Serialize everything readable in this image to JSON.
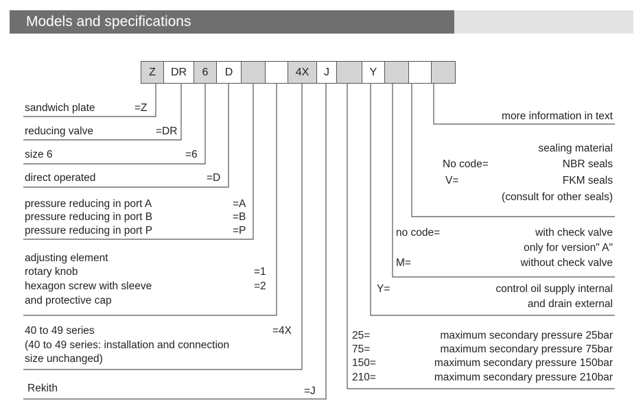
{
  "header": {
    "title": "Models and specifications"
  },
  "code_cells": [
    "Z",
    "DR",
    "6",
    "D",
    "",
    "",
    "4X",
    "J",
    "",
    "Y",
    "",
    "",
    ""
  ],
  "left_items": {
    "sandwich": {
      "label": "sandwich plate",
      "code": "=Z"
    },
    "reducing": {
      "label": "reducing valve",
      "code": "=DR"
    },
    "size": {
      "label": "size 6",
      "code": "=6"
    },
    "direct": {
      "label": "direct operated",
      "code": "=D"
    },
    "pressure_a": {
      "label": "pressure reducing in port A",
      "code": "=A"
    },
    "pressure_b": {
      "label": "pressure reducing in port B",
      "code": "=B"
    },
    "pressure_p": {
      "label": "pressure reducing in port P",
      "code": "=P"
    },
    "adjust_title": "adjusting element",
    "rotary": {
      "label": "rotary knob",
      "code": "=1"
    },
    "hexagon": {
      "label": "hexagon screw with sleeve",
      "code": "=2"
    },
    "protective": "and protective cap",
    "series": {
      "label": "40 to 49 series",
      "code": "=4X"
    },
    "series_note1": "(40 to 49 series: installation and connection",
    "series_note2": "size unchanged)",
    "rekith": {
      "label": "Rekith",
      "code": "=J"
    }
  },
  "right_items": {
    "more_info": "more information in text",
    "sealing_title": "sealing material",
    "nocode_label": "No code=",
    "nocode_value": "NBR seals",
    "v_label": "V=",
    "v_value": "FKM seals",
    "consult": "(consult for other seals)",
    "check_nocode_label": "no code=",
    "check_nocode_value": "with check valve",
    "check_only": "only for version\" A\"",
    "m_label": "M=",
    "m_value": "without check valve",
    "y_label": "Y=",
    "y_value1": "control oil supply internal",
    "y_value2": "and drain external",
    "pressures": [
      {
        "code": "25=",
        "desc": "maximum secondary pressure 25bar"
      },
      {
        "code": "75=",
        "desc": "maximum secondary pressure 75bar"
      },
      {
        "code": "150=",
        "desc": "maximum secondary pressure 150bar"
      },
      {
        "code": "210=",
        "desc": "maximum secondary pressure 210bar"
      }
    ]
  }
}
